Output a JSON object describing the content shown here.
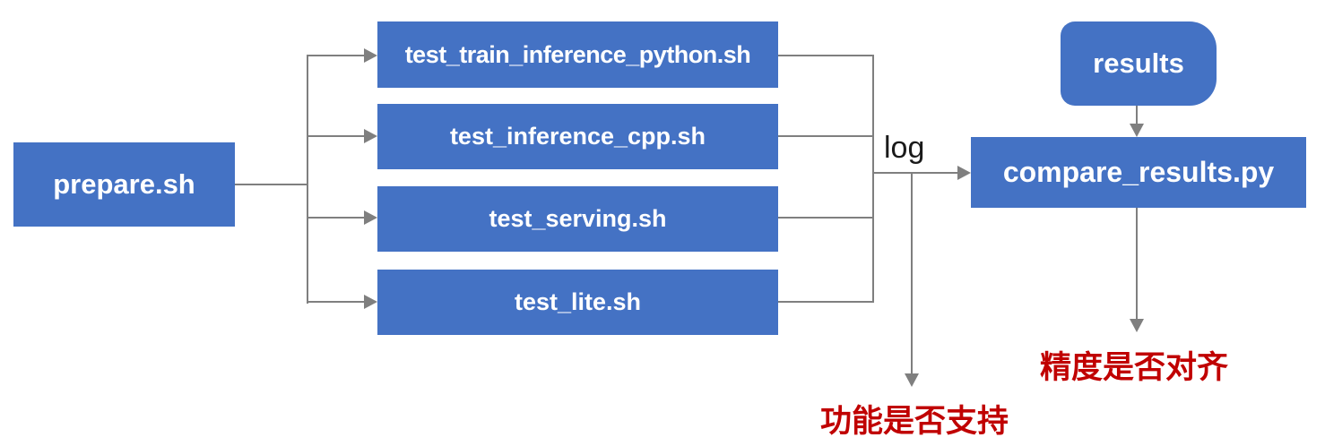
{
  "nodes": {
    "prepare": "prepare.sh",
    "test_train": "test_train_inference_python.sh",
    "test_cpp": "test_inference_cpp.sh",
    "test_serving": "test_serving.sh",
    "test_lite": "test_lite.sh",
    "compare": "compare_results.py",
    "results": "results"
  },
  "annotations": {
    "log": "log",
    "function_support": "功能是否支持",
    "precision_align": "精度是否对齐"
  },
  "colors": {
    "node_fill": "#4472C4",
    "node_text": "#FFFFFF",
    "connector": "#7F7F7F",
    "annotation": "#C00000",
    "log_text": "#1A1A1A",
    "background": "#FFFFFF"
  }
}
